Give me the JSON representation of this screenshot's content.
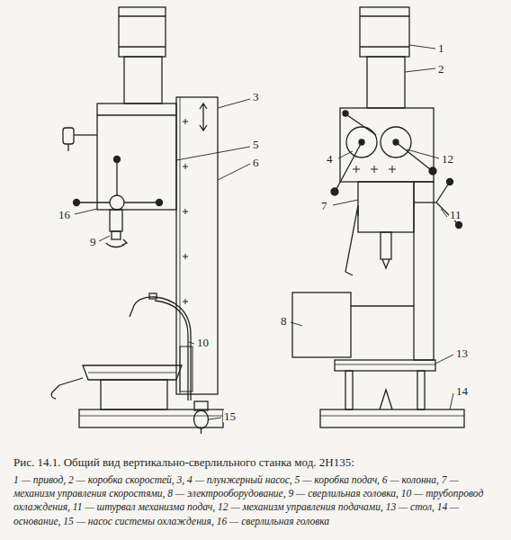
{
  "diagram": {
    "caption": "Рис. 14.1. Общий вид вертикально-сверлильного станка мод. 2Н135:",
    "labels": [
      "1",
      "2",
      "3",
      "5",
      "4",
      "12",
      "6",
      "7",
      "16",
      "11",
      "9",
      "8",
      "10",
      "13",
      "14",
      "15",
      "1 — привод, 2 — коробка скоростей, 3, 4 — плунжерный насос, 5 — коробка подач, 6 — колонна, 7 — механизм управления скоростями, 8 — электрооборудование, 9 — сверлильная головка, 10 — трубопровод охлаждения, 11 — штурвал механизма подач, 12 — механизм управления подачами, 13 — стол, 14 — основание, 15 — насос системы охлаждения, 16 — сверлильная головка"
    ]
  }
}
